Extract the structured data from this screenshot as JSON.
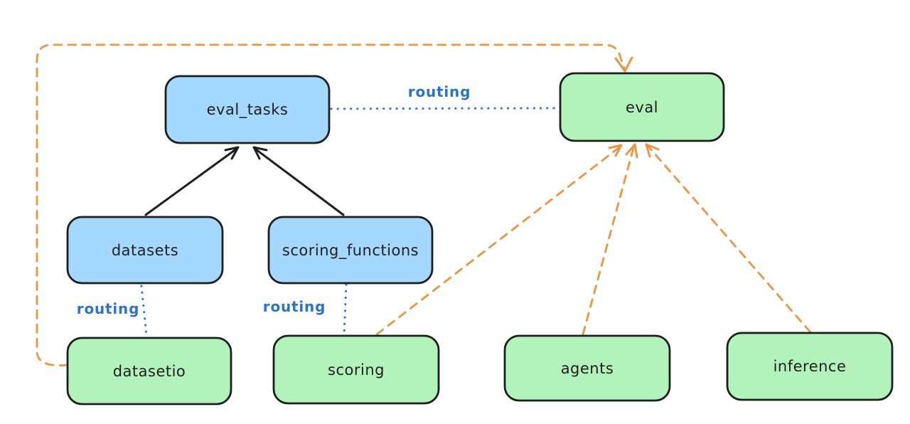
{
  "diagram": {
    "colors": {
      "background": "#ffffff",
      "stroke": "#1e1e1e",
      "blue_fill": "#a5d8ff",
      "green_fill": "#b2f2bb",
      "blue_line": "#2d74c4",
      "orange_line": "#e99543"
    },
    "nodes": {
      "eval_tasks": {
        "label": "eval_tasks",
        "fill": "blue"
      },
      "eval": {
        "label": "eval",
        "fill": "green"
      },
      "datasets": {
        "label": "datasets",
        "fill": "blue"
      },
      "scoring_functions": {
        "label": "scoring_functions",
        "fill": "blue"
      },
      "datasetio": {
        "label": "datasetio",
        "fill": "green"
      },
      "scoring": {
        "label": "scoring",
        "fill": "green"
      },
      "agents": {
        "label": "agents",
        "fill": "green"
      },
      "inference": {
        "label": "inference",
        "fill": "green"
      }
    },
    "edges": {
      "eval_tasks_to_eval": {
        "from": "eval_tasks",
        "to": "eval",
        "type": "dotted",
        "label": "routing"
      },
      "datasets_to_datasetio": {
        "from": "datasets",
        "to": "datasetio",
        "type": "dotted",
        "label": "routing"
      },
      "scoring_functions_to_scoring": {
        "from": "scoring_functions",
        "to": "scoring",
        "type": "dotted",
        "label": "routing"
      },
      "datasets_to_eval_tasks": {
        "from": "datasets",
        "to": "eval_tasks",
        "type": "solid-arrow"
      },
      "scoring_functions_to_eval_tasks": {
        "from": "scoring_functions",
        "to": "eval_tasks",
        "type": "solid-arrow"
      },
      "datasetio_to_eval": {
        "from": "datasetio",
        "to": "eval",
        "type": "dashed-arrow"
      },
      "scoring_to_eval": {
        "from": "scoring",
        "to": "eval",
        "type": "dashed-arrow"
      },
      "agents_to_eval": {
        "from": "agents",
        "to": "eval",
        "type": "dashed-arrow"
      },
      "inference_to_eval": {
        "from": "inference",
        "to": "eval",
        "type": "dashed-arrow"
      }
    }
  }
}
